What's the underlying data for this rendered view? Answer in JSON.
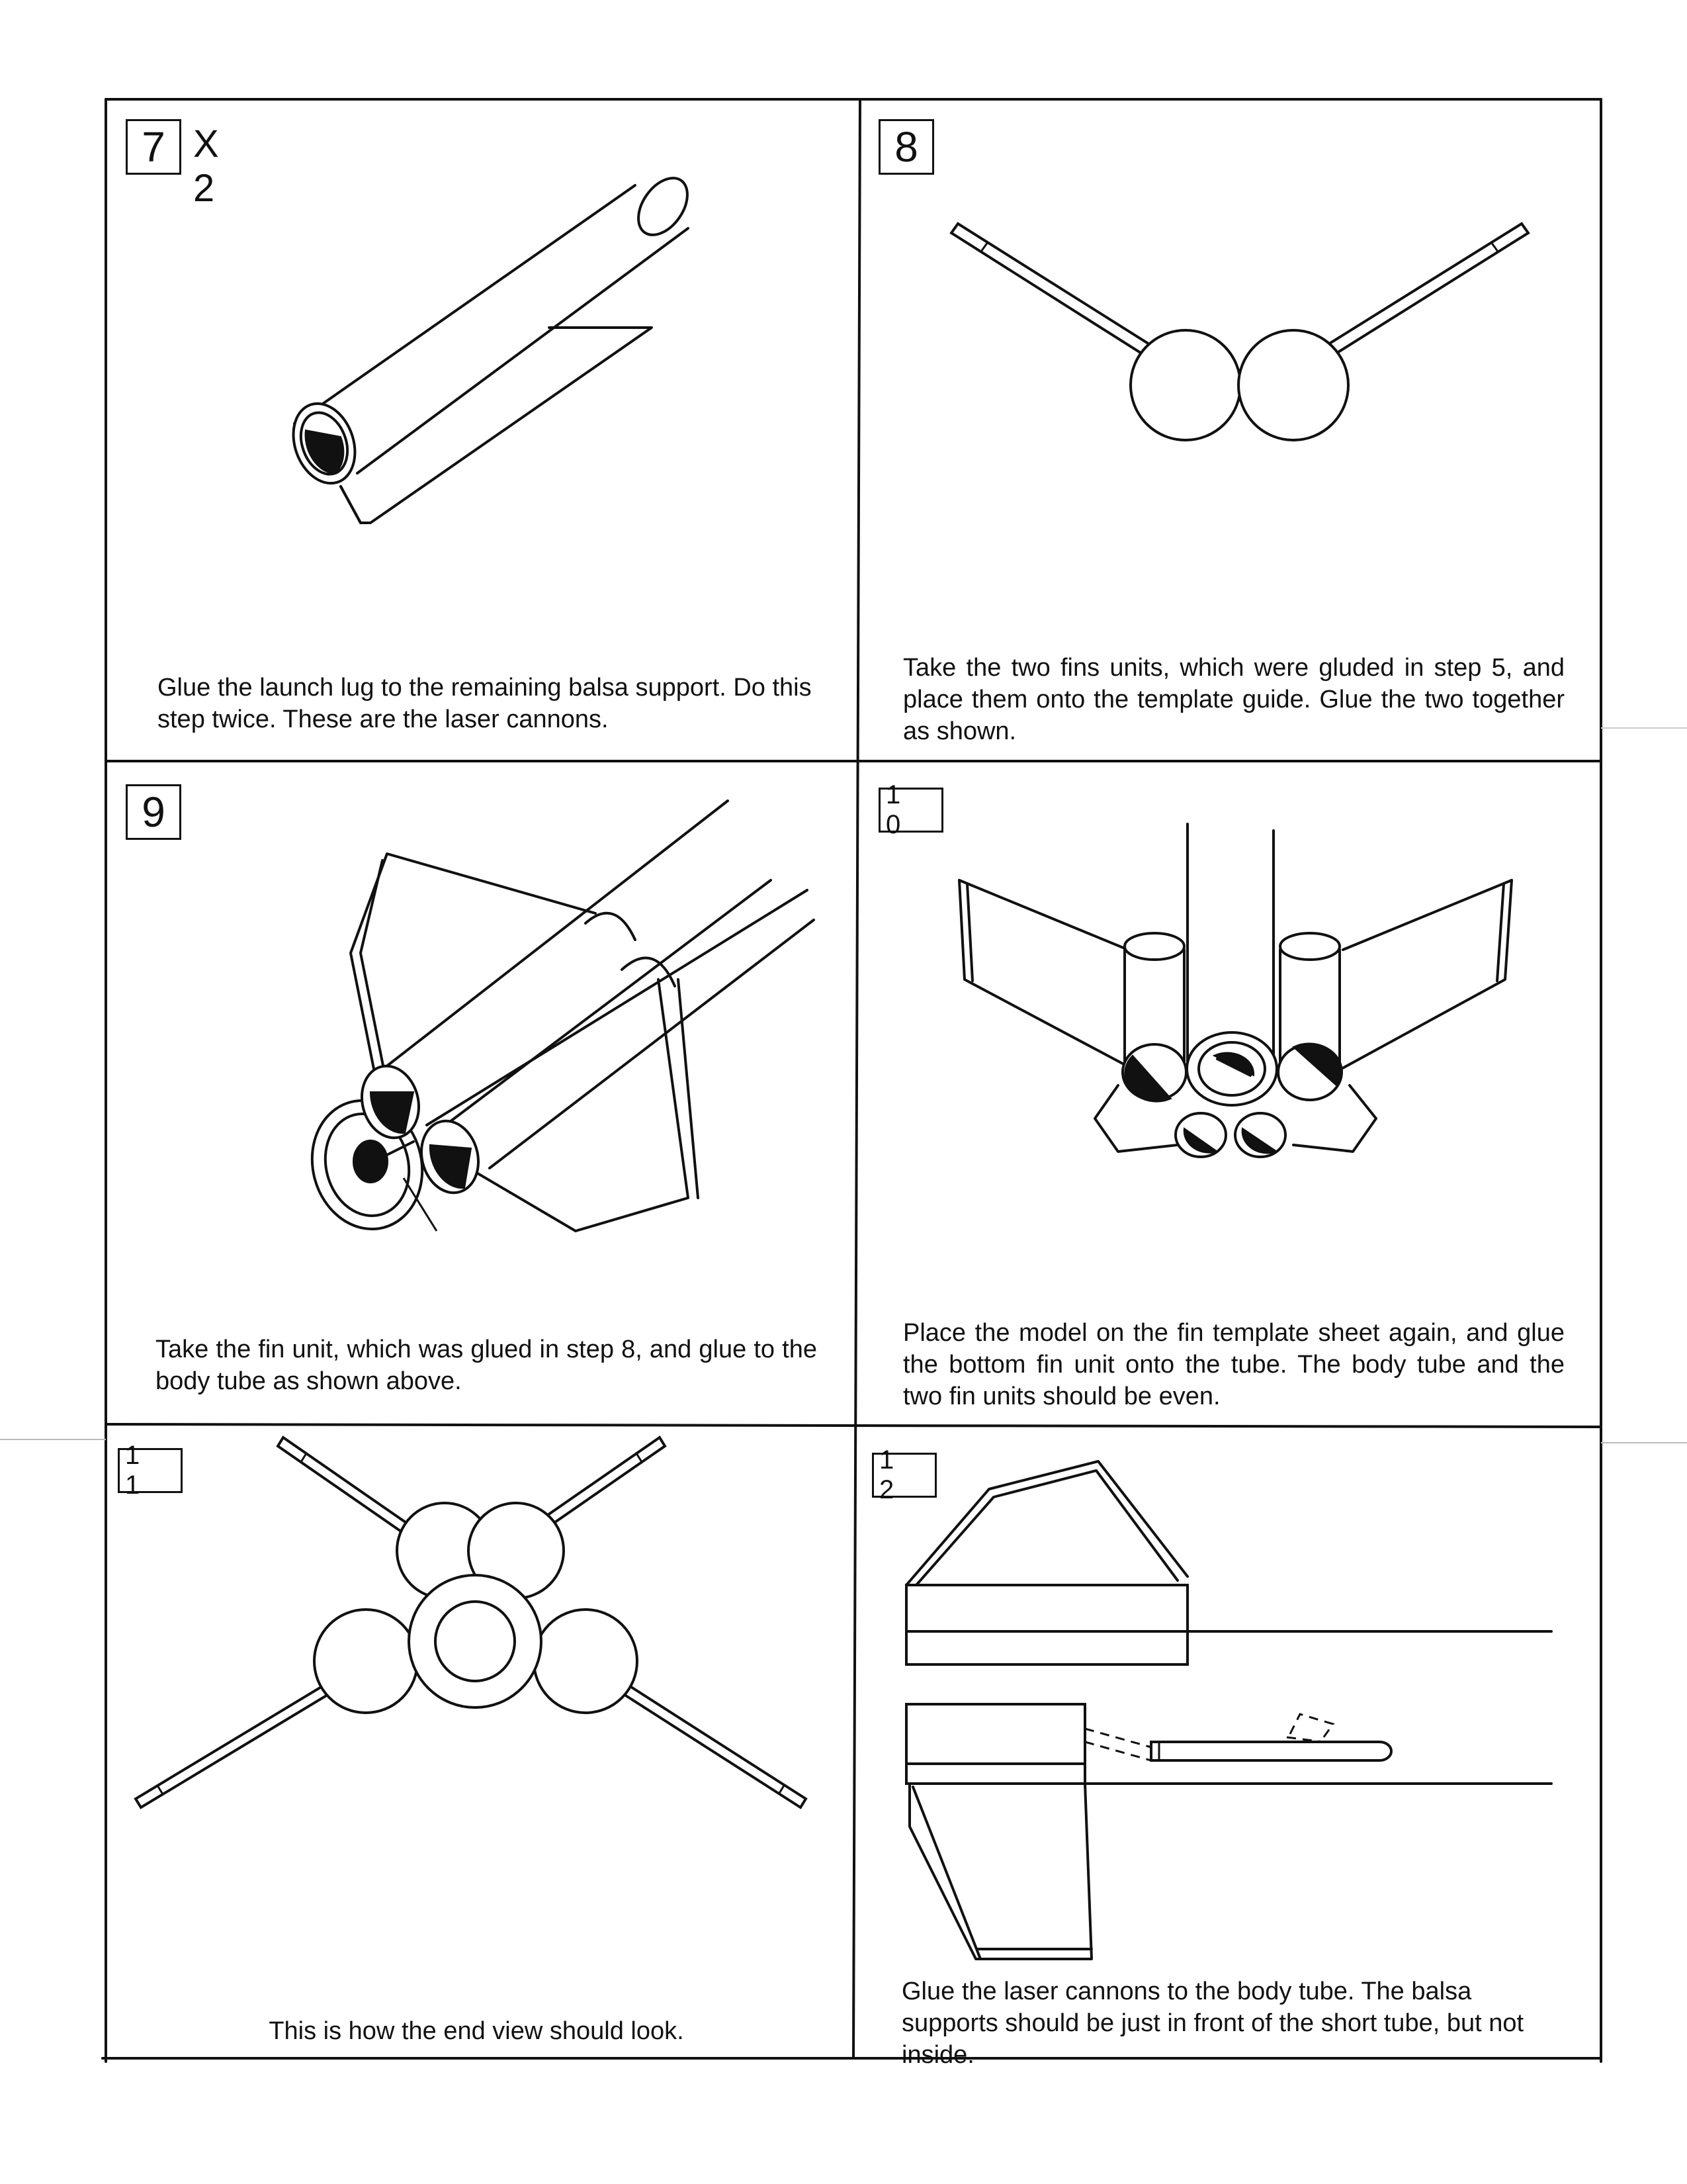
{
  "panels": [
    {
      "step": "7",
      "multiplier": "X 2",
      "caption": "Glue the launch lug to the remaining balsa support. Do this step twice.  These are the laser cannons."
    },
    {
      "step": "8",
      "multiplier": "",
      "caption": "Take the two fins units, which were gluded in step 5, and place them onto the template guide.  Glue the two together as shown."
    },
    {
      "step": "9",
      "multiplier": "",
      "caption": "Take the fin unit, which was glued in step 8, and glue to the body tube as shown above."
    },
    {
      "step": "1 0",
      "multiplier": "",
      "caption": "Place the model on the fin template sheet again, and glue the bottom fin unit onto the tube.  The body tube and the two fin units should be even."
    },
    {
      "step": "1 1",
      "multiplier": "",
      "caption": "This is how the end view should  look."
    },
    {
      "step": "1 2",
      "multiplier": "",
      "caption": "Glue the laser cannons to the body tube.  The balsa supports should be just in front of the short tube, but not inside."
    }
  ],
  "colors": {
    "ink": "#111111",
    "paper": "#ffffff"
  }
}
